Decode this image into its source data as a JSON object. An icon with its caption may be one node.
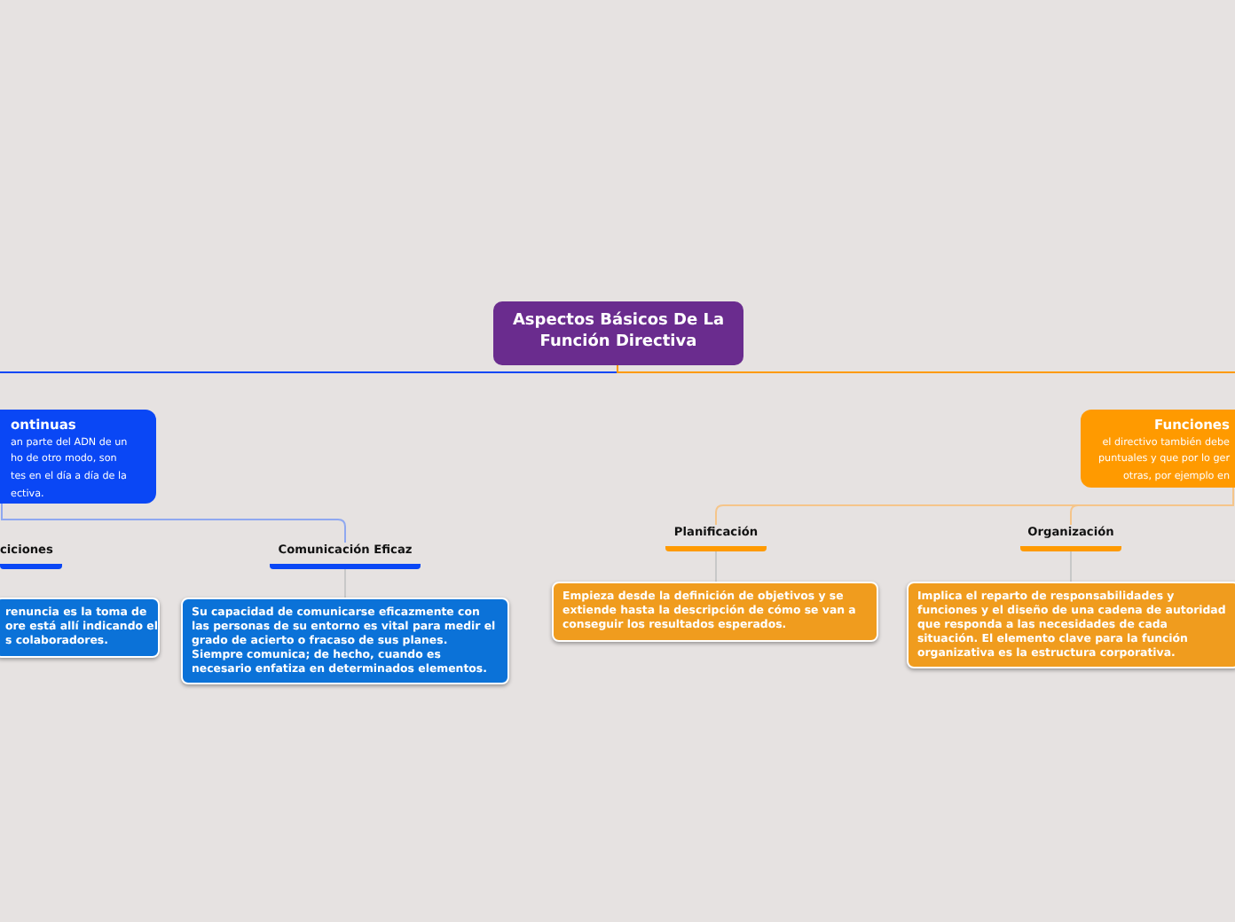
{
  "diagram": {
    "nodes": [
      {
        "text": [
          "Aspectos Básicos De La Función Directiva"
        ]
      },
      {
        "text": [
          "ontinuas",
          "an parte del ADN de un",
          "ho de otro modo, son",
          "tes en el día a día de la",
          "ectiva."
        ]
      },
      {
        "text": [
          "ciciones"
        ]
      },
      {
        "text": [
          "Comunicación Eficaz"
        ]
      },
      {
        "text": [
          "renuncia es la toma de",
          "ore está allí indicando el",
          "s colaboradores."
        ]
      },
      {
        "text": [
          "Su capacidad de comunicarse eficazmente con las personas de su entorno es vital para medir el grado de acierto o fracaso de sus planes. Siempre comunica; de hecho, cuando es necesario enfatiza en determinados elementos."
        ]
      },
      {
        "text": [
          "Funciones",
          "el directivo también debe",
          "puntuales y que por lo ger",
          "otras, por ejemplo en"
        ]
      },
      {
        "text": [
          "Planificación"
        ]
      },
      {
        "text": [
          "Empieza desde la definición de objetivos y se extiende hasta la descripción de cómo se van a conseguir los resultados esperados."
        ]
      },
      {
        "text": [
          "Organización"
        ]
      },
      {
        "text": [
          "Implica el reparto de responsabilidades y funciones y el diseño de una cadena de autoridad que responda a las necesidades de cada situación. El elemento clave para la función organizativa es la estructura corporativa."
        ]
      }
    ],
    "edges": [
      {
        "from": 0,
        "to": null,
        "arrow": "none",
        "color": "#0a47f5"
      },
      {
        "from": 0,
        "to": null,
        "arrow": "none",
        "color": "#ff9a00"
      },
      {
        "from": 1,
        "to": 3,
        "arrow": "none",
        "color": "#8fa8f0"
      },
      {
        "from": 3,
        "to": 5,
        "arrow": "none",
        "color": "#c8c8c8"
      },
      {
        "from": 6,
        "to": 7,
        "arrow": "none",
        "color": "#f5c58a"
      },
      {
        "from": 6,
        "to": 9,
        "arrow": "none",
        "color": "#f5c58a"
      },
      {
        "from": 7,
        "to": 8,
        "arrow": "none",
        "color": "#c8c8c8"
      },
      {
        "from": 9,
        "to": 10,
        "arrow": "none",
        "color": "#c8c8c8"
      }
    ]
  }
}
